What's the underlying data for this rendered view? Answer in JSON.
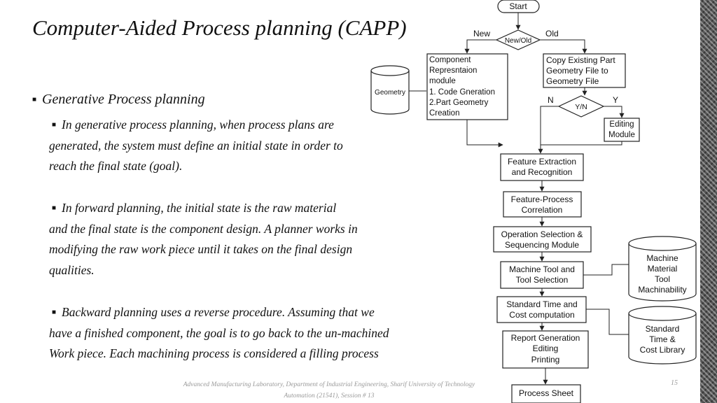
{
  "title": "Computer-Aided Process planning (CAPP)",
  "bullet_main": "Generative Process planning",
  "paragraphs": [
    {
      "lines": [
        "In generative process planning, when process plans are",
        "generated, the system must define an initial state in order to",
        "reach the final state (goal)."
      ]
    },
    {
      "lines": [
        "In forward planning, the initial state is the raw material",
        "and the final state is the component design. A planner works in",
        "modifying the raw work piece until it takes on the final design",
        "qualities."
      ]
    },
    {
      "lines": [
        "Backward planning uses a reverse procedure. Assuming that we",
        "have a finished component, the goal is to go back to the un-machined",
        "Work piece. Each machining process is considered a filling process"
      ]
    }
  ],
  "footer": {
    "line1": "Advanced Manufacturing Laboratory, Department of Industrial Engineering, Sharif University of Technology",
    "line2": "Automation (21541), Session # 13",
    "page": "15"
  },
  "flowchart": {
    "start": "Start",
    "decision1": "New/Old",
    "label_new": "New",
    "label_old": "Old",
    "component_module": [
      "Component",
      "Represntaion",
      "module",
      "1. Code Gneration",
      "2.Part Geometry",
      "Creation"
    ],
    "geometry_db": "Geometry",
    "copy_existing": [
      "Copy Existing Part",
      "Geometry File to",
      "Geometry File"
    ],
    "decision2": "Y/N",
    "label_n": "N",
    "label_y": "Y",
    "editing_module": [
      "Editing",
      "Module"
    ],
    "feature_extraction": [
      "Feature Extraction",
      "and Recognition"
    ],
    "feature_process": [
      "Feature-Process",
      "Correlation"
    ],
    "operation_selection": [
      "Operation Selection &",
      "Sequencing Module"
    ],
    "machine_tool_selection": [
      "Machine Tool and",
      "Tool Selection"
    ],
    "machine_db": [
      "Machine",
      "Material",
      "Tool",
      "Machinability"
    ],
    "standard_time": [
      "Standard Time and",
      "Cost computation"
    ],
    "standard_db": [
      "Standard",
      "Time &",
      "Cost Library"
    ],
    "report_generation": [
      "Report Generation",
      "Editing",
      "Printing"
    ],
    "process_sheet": "Process Sheet"
  }
}
